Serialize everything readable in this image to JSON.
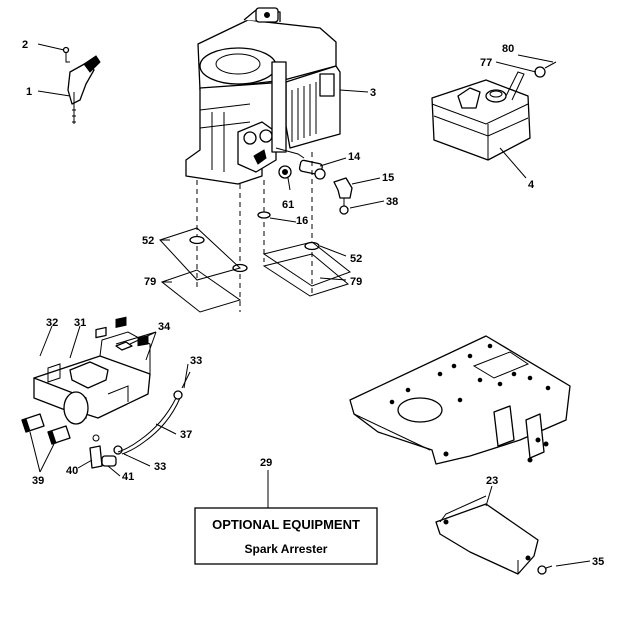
{
  "callouts": {
    "c1": "1",
    "c2": "2",
    "c3": "3",
    "c4": "4",
    "c14": "14",
    "c15": "15",
    "c16": "16",
    "c23": "23",
    "c29": "29",
    "c31": "31",
    "c32": "32",
    "c33a": "33",
    "c33b": "33",
    "c34": "34",
    "c35": "35",
    "c37": "37",
    "c38": "38",
    "c39": "39",
    "c40": "40",
    "c41": "41",
    "c52a": "52",
    "c52b": "52",
    "c61": "61",
    "c77": "77",
    "c79a": "79",
    "c79b": "79",
    "c80": "80"
  },
  "optional_box": {
    "title": "OPTIONAL EQUIPMENT",
    "subtitle": "Spark Arrester"
  }
}
